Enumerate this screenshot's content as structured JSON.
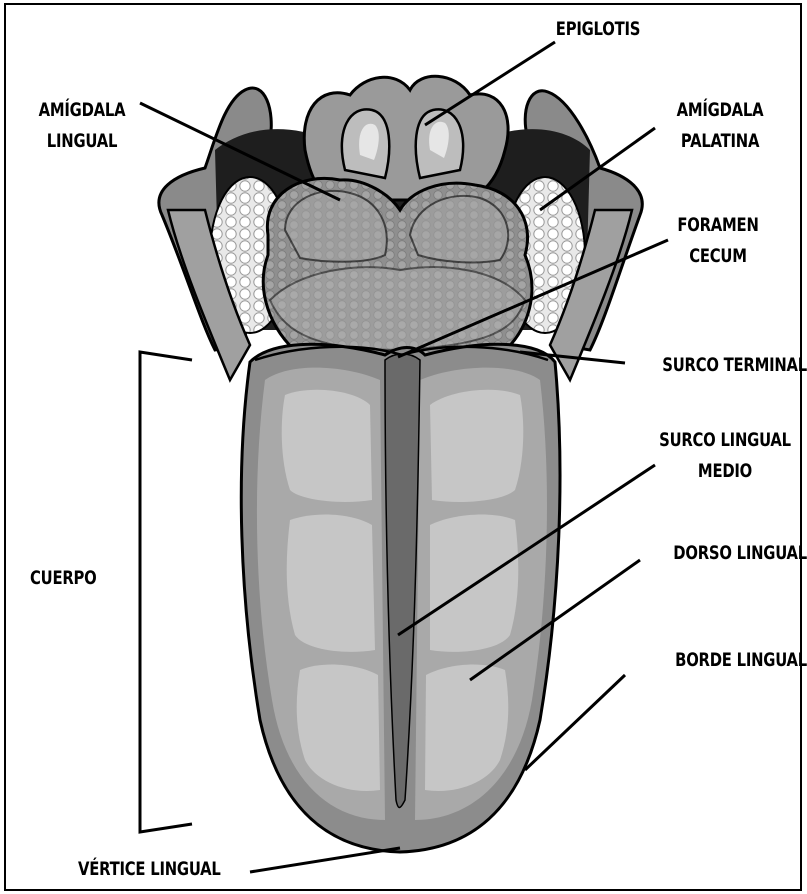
{
  "labels": {
    "epiglotis": "EPIGLOTIS",
    "amigdala_lingual": [
      "AMÍGDALA",
      "LINGUAL"
    ],
    "amigdala_palatina": [
      "AMÍGDALA",
      "PALATINA"
    ],
    "foramen_cecum": [
      "FORAMEN",
      "CECUM"
    ],
    "surco_terminal": "SURCO TERMINAL",
    "surco_lingual_medio": [
      "SURCO LINGUAL",
      "MEDIO"
    ],
    "dorso_lingual": "DORSO LINGUAL",
    "borde_lingual": "BORDE LINGUAL",
    "cuerpo": "CUERPO",
    "vertice_lingual": "VÉRTICE LINGUAL"
  },
  "colors": {
    "outline": "#000000",
    "tongue_base": "#8c8c8c",
    "tongue_light": "#b4b4b4",
    "tongue_lighter": "#cfcfcf",
    "tonsil_white": "#f2f2f2",
    "background": "#ffffff"
  }
}
